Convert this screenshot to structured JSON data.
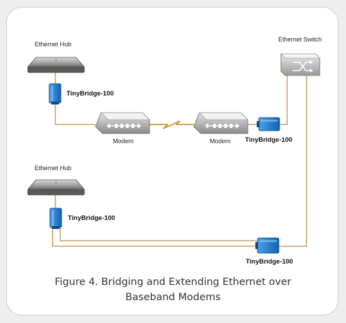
{
  "labels": {
    "hub1": "Ethernet Hub",
    "hub2": "Ethernet Hub",
    "switch": "Ethernet Switch",
    "tb1": "TinyBridge-100",
    "tb2": "TinyBridge-100",
    "tb3": "TinyBridge-100",
    "tb4": "TinyBridge-100",
    "modem1": "Modem",
    "modem2": "Modem"
  },
  "caption": {
    "line1": "Figure 4.  Bridging and Extending Ethernet over",
    "line2": "Baseband Modems"
  },
  "colors": {
    "cable": "#c8a46a",
    "bridge": "#1f7fd0",
    "modem_link": "#c89a3a"
  }
}
